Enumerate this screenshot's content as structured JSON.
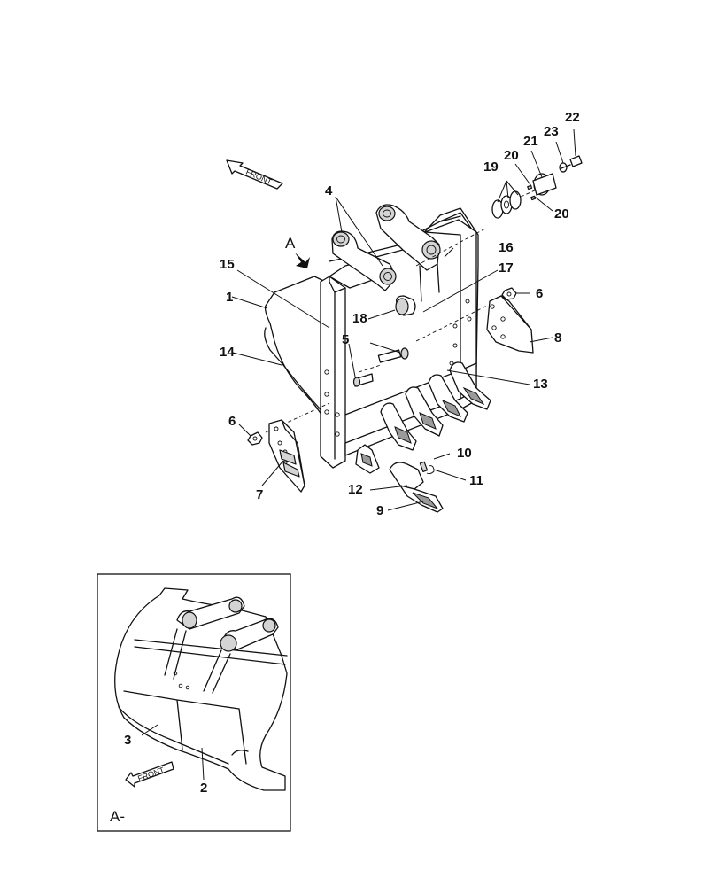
{
  "main_view": {
    "view_marker": "A",
    "front_arrow": "FRONT",
    "callouts": {
      "c1": "1",
      "c4": "4",
      "c5": "5",
      "c6a": "6",
      "c6b": "6",
      "c7": "7",
      "c8": "8",
      "c9": "9",
      "c10": "10",
      "c11": "11",
      "c12": "12",
      "c13": "13",
      "c14": "14",
      "c15": "15",
      "c16": "16",
      "c17": "17",
      "c18": "18",
      "c19": "19",
      "c20a": "20",
      "c20b": "20",
      "c21": "21",
      "c22": "22",
      "c23": "23"
    }
  },
  "detail_view": {
    "label": "A-",
    "front_arrow": "FRONT",
    "callouts": {
      "c2": "2",
      "c3": "3"
    }
  }
}
